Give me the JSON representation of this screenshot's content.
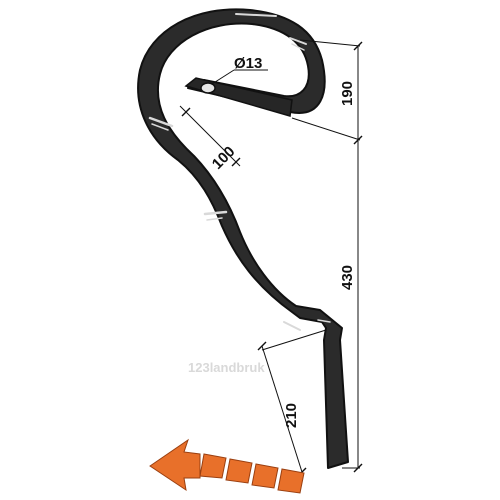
{
  "dimensions": {
    "hole_diameter": "Ø13",
    "width": "100",
    "coil_height": "190",
    "shank_length": "430",
    "tip_length": "210"
  },
  "watermark": "123landbruk",
  "colors": {
    "tine": "#2b2b2b",
    "tine_outline": "#111111",
    "highlight": "#d9d9d9",
    "arrow": "#e8702a",
    "dimension_line": "#111111"
  },
  "icons": {
    "direction": "arrow-left-icon"
  }
}
